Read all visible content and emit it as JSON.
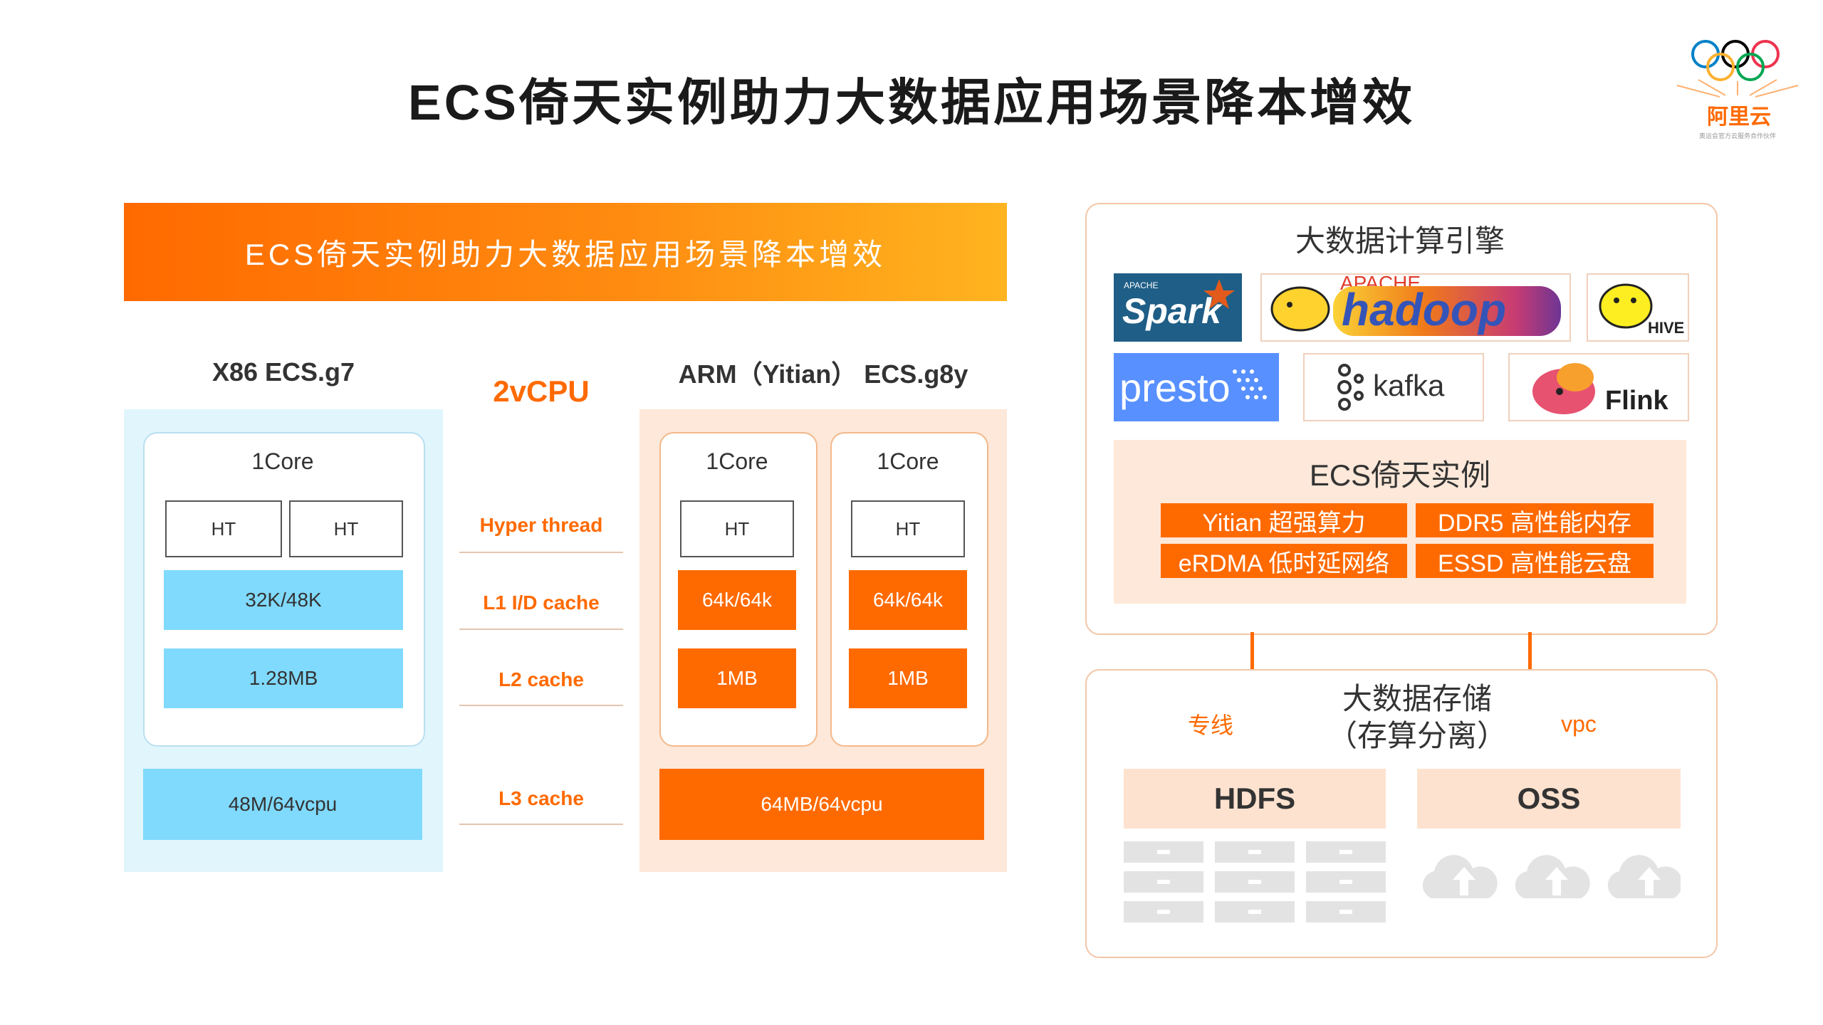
{
  "title": "ECS倚天实例助力大数据应用场景降本增效",
  "logo": {
    "text": "阿里云",
    "subtext": "奥运会官方云服务合作伙伴"
  },
  "banner": "ECS倚天实例助力大数据应用场景降本增效",
  "x86": {
    "heading": "X86 ECS.g7",
    "core": "1Core",
    "ht": [
      "HT",
      "HT"
    ],
    "l1": "32K/48K",
    "l2": "1.28MB",
    "l3": "48M/64vcpu"
  },
  "middle": {
    "heading": "2vCPU",
    "labels": [
      "Hyper thread",
      "L1 I/D cache",
      "L2 cache",
      "L3 cache"
    ]
  },
  "arm": {
    "heading": "ARM（Yitian） ECS.g8y",
    "cores": [
      {
        "label": "1Core",
        "ht": "HT",
        "l1": "64k/64k",
        "l2": "1MB"
      },
      {
        "label": "1Core",
        "ht": "HT",
        "l1": "64k/64k",
        "l2": "1MB"
      }
    ],
    "l3": "64MB/64vcpu"
  },
  "engines": {
    "title": "大数据计算引擎",
    "logos": {
      "spark_top": "APACHE",
      "spark": "Spark",
      "hadoop_top": "APACHE",
      "hadoop": "hadoop",
      "hive": "HIVE",
      "presto": "presto",
      "kafka": "kafka",
      "flink": "Flink"
    }
  },
  "ecs": {
    "title": "ECS倚天实例",
    "features": [
      "Yitian 超强算力",
      "DDR5 高性能内存",
      "eRDMA 低时延网络",
      "ESSD 高性能云盘"
    ]
  },
  "storage": {
    "title_line1": "大数据存储",
    "title_line2": "（存算分离）",
    "left_link": "专线",
    "right_link": "vpc",
    "hdfs": "HDFS",
    "oss": "OSS"
  },
  "colors": {
    "accent": "#ff6a00",
    "light_blue": "#80dafd",
    "panel_blue": "#e1f5fd",
    "panel_orange": "#fde8d9"
  }
}
